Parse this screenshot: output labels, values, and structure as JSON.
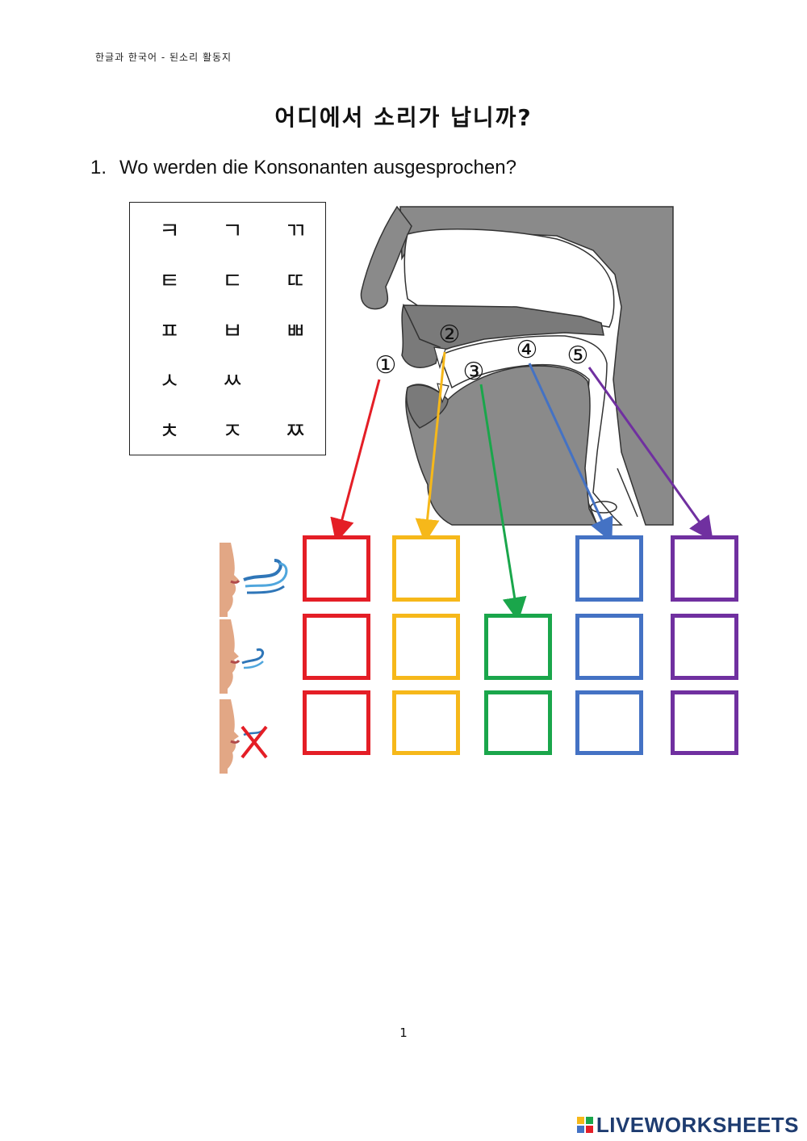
{
  "header": {
    "text": "한글과 한국어 - 된소리 활동지"
  },
  "title": "어디에서 소리가 납니까?",
  "question": {
    "number": "1.",
    "text": "Wo werden die Konsonanten ausgesprochen?"
  },
  "consonants": {
    "rows": [
      [
        "ㅋ",
        "ㄱ",
        "ㄲ"
      ],
      [
        "ㅌ",
        "ㄷ",
        "ㄸ"
      ],
      [
        "ㅍ",
        "ㅂ",
        "ㅃ"
      ],
      [
        "ㅅ",
        "ㅆ",
        ""
      ],
      [
        "ㅊ",
        "ㅈ",
        "ㅉ"
      ]
    ]
  },
  "diagram_labels": [
    "①",
    "②",
    "③",
    "④",
    "⑤"
  ],
  "colors": {
    "red": "#e41e26",
    "yellow": "#f6b81a",
    "green": "#1aa64b",
    "blue": "#4472c4",
    "purple": "#7030a0",
    "diagram_gray": "#8a8a8a",
    "diagram_dark": "#666666"
  },
  "rows_icons": [
    "face-strong-breath-icon",
    "face-light-breath-icon",
    "face-no-breath-icon"
  ],
  "answer_columns": [
    "red",
    "yellow",
    "green",
    "blue",
    "purple"
  ],
  "page_number": "1",
  "logo": {
    "text": "LIVEWORKSHEETS"
  }
}
